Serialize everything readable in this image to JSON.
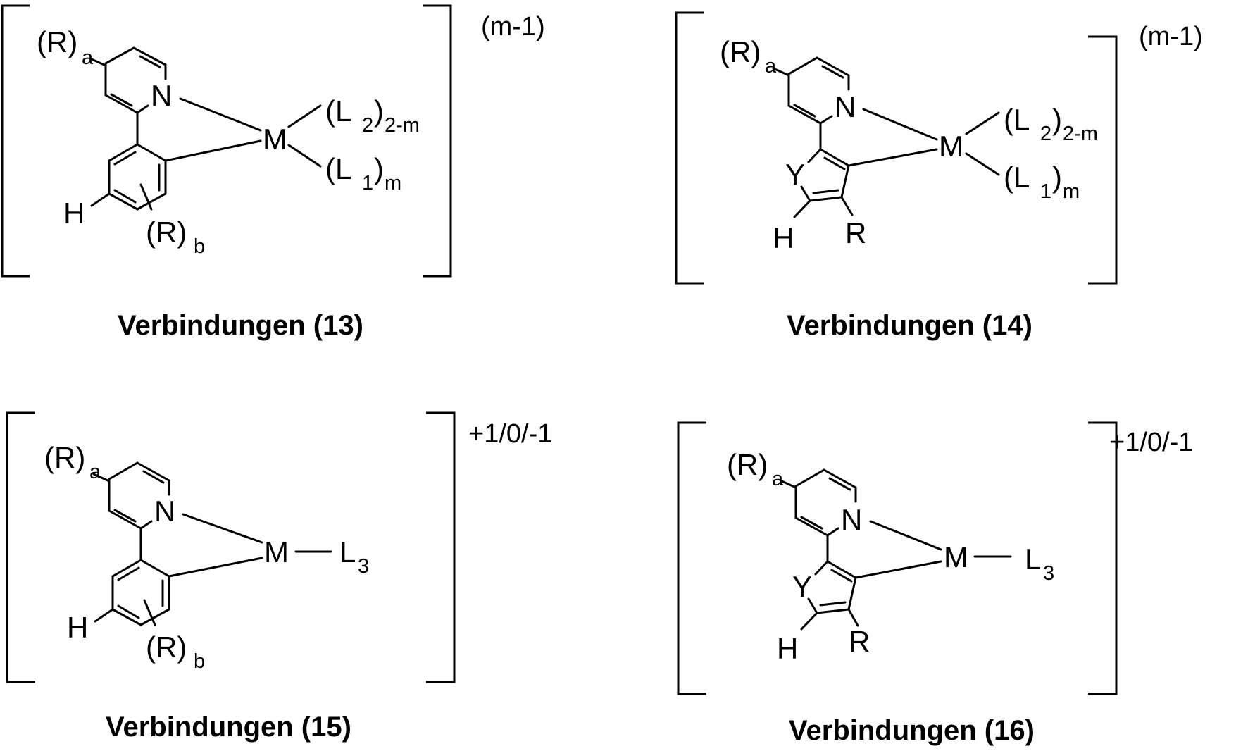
{
  "compounds": [
    {
      "caption": "Verbindungen (13)",
      "charge": "(m-1)",
      "metal": "M",
      "ring_n": "N",
      "substituent_a": {
        "base": "(R)",
        "sub": "a"
      },
      "substituent_b": {
        "base": "(R)",
        "sub": "b"
      },
      "h_atom": "H",
      "ligand_upper": {
        "pre": "(L",
        "sub1": "2",
        "post": ")",
        "sub2": "2-m"
      },
      "ligand_lower": {
        "pre": "(L",
        "sub1": "1",
        "post": ")",
        "sub2": "m"
      }
    },
    {
      "caption": "Verbindungen (14)",
      "charge": "(m-1)",
      "metal": "M",
      "ring_n": "N",
      "ring_y": "Y",
      "r_atom": "R",
      "substituent_a": {
        "base": "(R)",
        "sub": "a"
      },
      "h_atom": "H",
      "ligand_upper": {
        "pre": "(L",
        "sub1": "2",
        "post": ")",
        "sub2": "2-m"
      },
      "ligand_lower": {
        "pre": "(L",
        "sub1": "1",
        "post": ")",
        "sub2": "m"
      }
    },
    {
      "caption": "Verbindungen (15)",
      "charge": "+1/0/-1",
      "metal": "M",
      "ring_n": "N",
      "substituent_a": {
        "base": "(R)",
        "sub": "a"
      },
      "substituent_b": {
        "base": "(R)",
        "sub": "b"
      },
      "h_atom": "H",
      "ligand": {
        "base": "L",
        "sub": "3"
      }
    },
    {
      "caption": "Verbindungen (16)",
      "charge": "+1/0/-1",
      "metal": "M",
      "ring_n": "N",
      "ring_y": "Y",
      "r_atom": "R",
      "substituent_a": {
        "base": "(R)",
        "sub": "a"
      },
      "h_atom": "H",
      "ligand": {
        "base": "L",
        "sub": "3"
      }
    }
  ],
  "colors": {
    "ink": "#000000",
    "background": "#ffffff"
  }
}
